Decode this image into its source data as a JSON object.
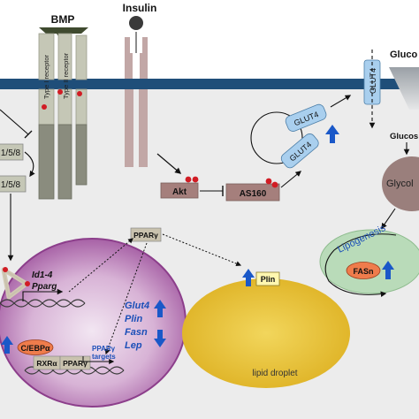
{
  "labels": {
    "bmp": "BMP",
    "insulin": "Insulin",
    "type1": "Type I receptor",
    "type2": "Type II receptor",
    "smad_a": "1/5/8",
    "smad_b": "1/5/8",
    "akt": "Akt",
    "as160": "AS160",
    "glut4_a": "GLUT4",
    "glut4_b": "GLUT4",
    "glut4_membrane": "GLUT4",
    "glucose_top": "Gluco",
    "glucose": "Glucos",
    "glycolysis": "Glycol",
    "lipogenesis": "Lipogenesis",
    "fasn": "FASn",
    "ppar_cyto": "PPARγ",
    "id_genes": "Id1-4",
    "pparg_gene": "Pparg",
    "glut4_gene": "Glut4",
    "plin_gene": "Plin",
    "fasn_gene": "Fasn",
    "lep_gene": "Lep",
    "cebpa": "C/EBPα",
    "rxra": "RXRα",
    "ppar_nuc": "PPARγ",
    "ppar_targets_1": "PPARγ",
    "ppar_targets_2": "targets",
    "plin": "Plin",
    "lipid_droplet": "lipid droplet"
  },
  "colors": {
    "membrane": "#1f4e79",
    "cytoplasm": "#ececec",
    "receptor_light": "#c5c7b6",
    "receptor_dark": "#8a8c7e",
    "bmp": "#3f4a2f",
    "insulin_receptor": "#c2a7a6",
    "phospho": "#d11c24",
    "glut4": "#a9cfee",
    "arrow_up": "#1a58c8",
    "gene_text": "#1b4fb8",
    "nucleus": "#a85ea7",
    "lipid_droplet": "#e8c032",
    "lipogenesis": "#b9dbb9",
    "glycolysis": "#9a7f7c",
    "fasn": "#ef7c4c"
  }
}
